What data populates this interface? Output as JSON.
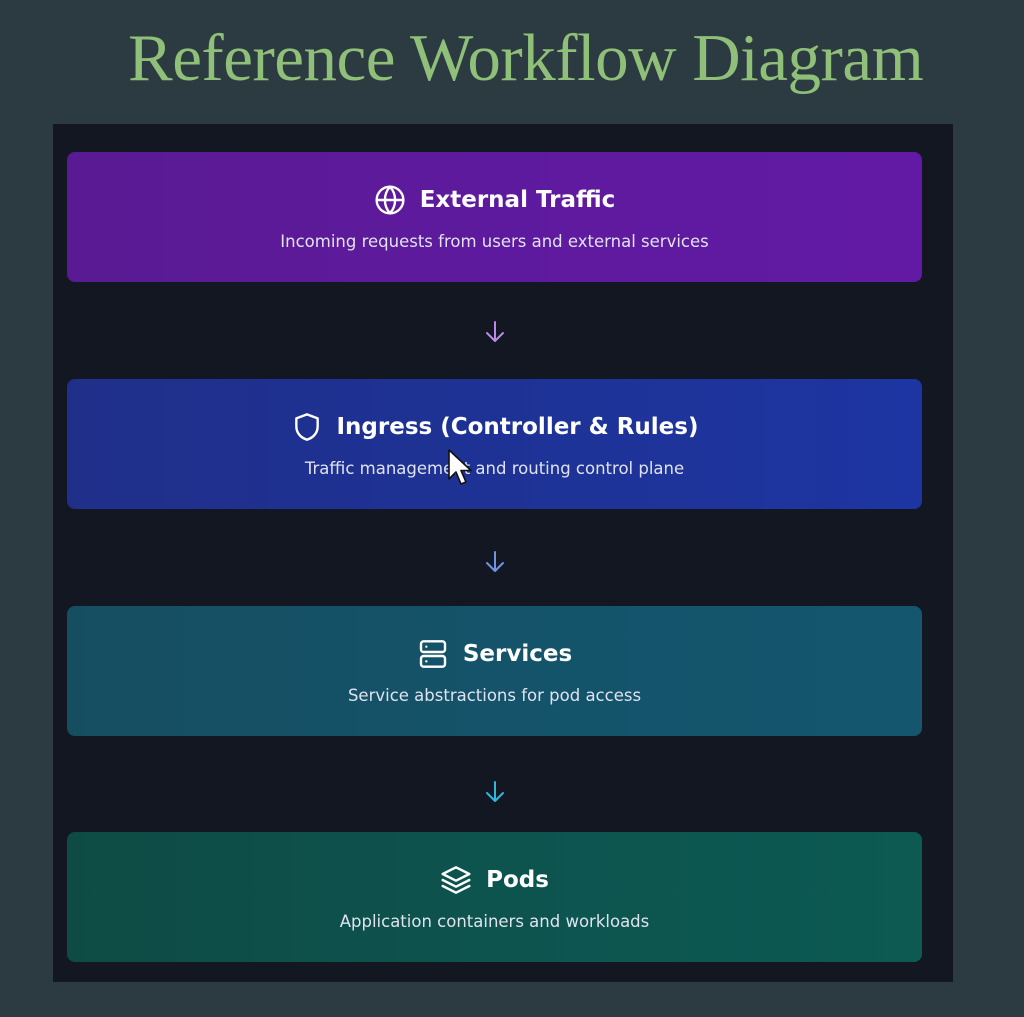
{
  "title": "Reference Workflow Diagram",
  "stages": [
    {
      "icon": "globe-icon",
      "title": "External Traffic",
      "description": "Incoming requests from users and external services",
      "color": "#5f1aa0"
    },
    {
      "icon": "shield-icon",
      "title": "Ingress (Controller & Rules)",
      "description": "Traffic management and routing control plane",
      "color": "#1e3398"
    },
    {
      "icon": "server-icon",
      "title": "Services",
      "description": "Service abstractions for pod access",
      "color": "#14546b"
    },
    {
      "icon": "layers-icon",
      "title": "Pods",
      "description": "Application containers and workloads",
      "color": "#0d5550"
    }
  ],
  "arrows": [
    {
      "icon": "arrow-down-icon",
      "color": "#b78be6"
    },
    {
      "icon": "arrow-down-icon",
      "color": "#6f94e6"
    },
    {
      "icon": "arrow-down-icon",
      "color": "#2fb8dc"
    }
  ],
  "colors": {
    "background": "#2c3b41",
    "panel": "#121722",
    "title": "#8fbf78"
  }
}
